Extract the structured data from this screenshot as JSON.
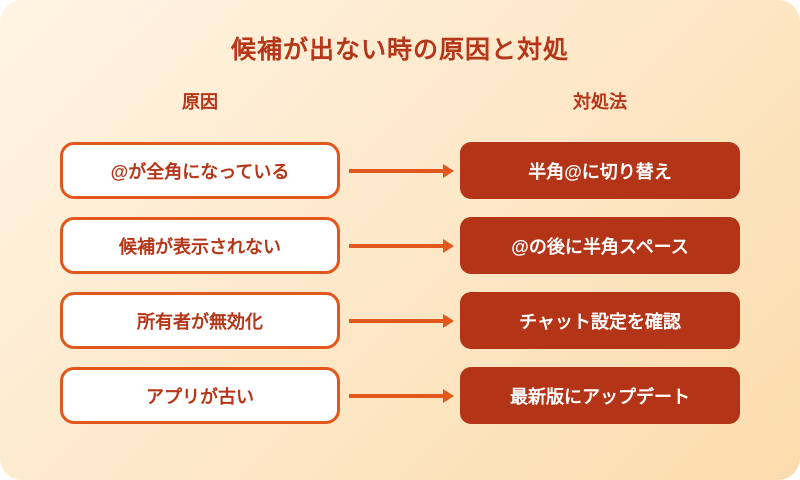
{
  "title": "候補が出ない時の原因と対処",
  "columns": {
    "cause": "原因",
    "solution": "対処法"
  },
  "rows": [
    {
      "cause": "@が全角になっている",
      "solution": "半角@に切り替え"
    },
    {
      "cause": "候補が表示されない",
      "solution": "@の後に半角スペース"
    },
    {
      "cause": "所有者が無効化",
      "solution": "チャット設定を確認"
    },
    {
      "cause": "アプリが古い",
      "solution": "最新版にアップデート"
    }
  ],
  "icons": {
    "arrow": "arrow-right-icon"
  },
  "colors": {
    "background_start": "#fff4e4",
    "background_end": "#fbdcad",
    "accent_orange": "#e2571c",
    "solution_bg": "#b43418",
    "text_red": "#b5371a",
    "box_bg": "#ffffff",
    "solution_text": "#ffffff"
  }
}
